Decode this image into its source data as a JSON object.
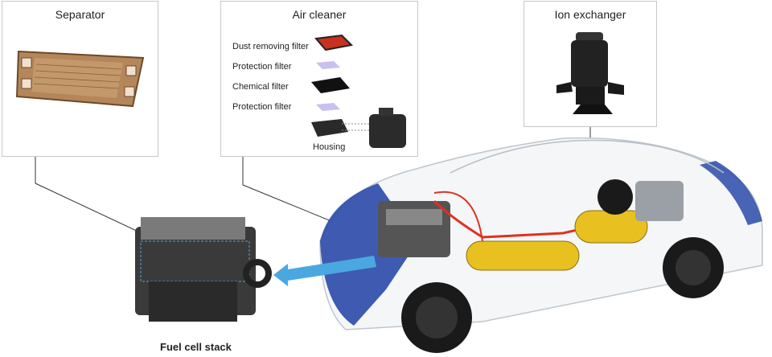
{
  "panels": {
    "separator": {
      "title": "Separator"
    },
    "air_cleaner": {
      "title": "Air cleaner",
      "filters": [
        "Dust removing filter",
        "Protection filter",
        "Chemical filter",
        "Protection filter"
      ],
      "housing_label": "Housing"
    },
    "ion_exchanger": {
      "title": "Ion exchanger"
    }
  },
  "fuel_cell_stack": {
    "caption": "Fuel cell stack"
  },
  "colors": {
    "car_blue": "#2a4aa8",
    "tank_yellow": "#e8c020",
    "arrow_blue": "#4aa8e0",
    "cable_red": "#e03020",
    "separator_copper": "#b5865a"
  }
}
